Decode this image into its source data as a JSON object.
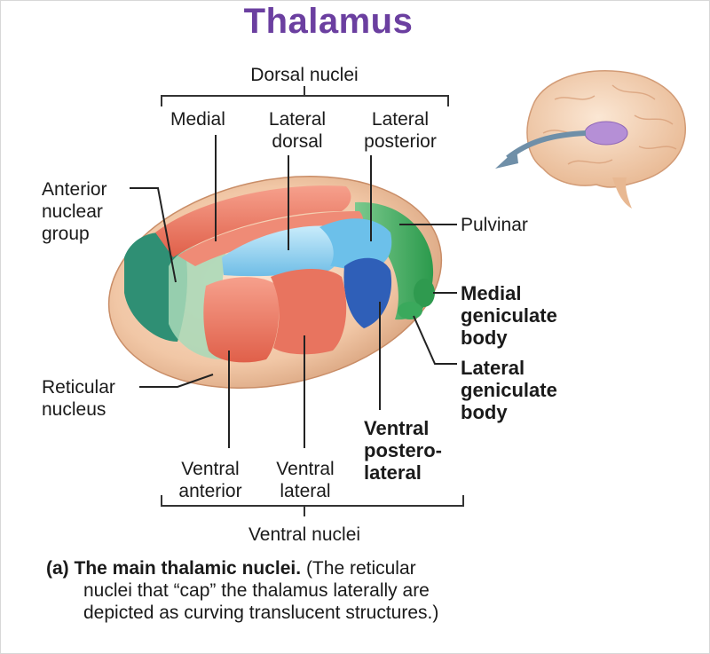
{
  "title": "Thalamus",
  "labels": {
    "dorsal_nuclei": "Dorsal nuclei",
    "medial": "Medial",
    "lateral_dorsal": "Lateral\ndorsal",
    "lateral_posterior": "Lateral\nposterior",
    "anterior_nuclear_group": "Anterior\nnuclear\ngroup",
    "pulvinar": "Pulvinar",
    "medial_geniculate_body": "Medial\ngeniculate\nbody",
    "lateral_geniculate_body": "Lateral\ngeniculate\nbody",
    "reticular_nucleus": "Reticular\nnucleus",
    "ventral_posterolateral": "Ventral\npostero-\nlateral",
    "ventral_anterior": "Ventral\nanterior",
    "ventral_lateral": "Ventral\nlateral",
    "ventral_nuclei": "Ventral nuclei"
  },
  "caption": {
    "prefix": "(a)",
    "lead": "The main thalamic nuclei.",
    "line1_rest": "(The reticular",
    "line2": "nuclei that “cap” the thalamus laterally are",
    "line3": "depicted as curving translucent structures.)"
  },
  "colors": {
    "title": "#6b3fa0",
    "salmon": "#e8745f",
    "light_blue": "#8fd0ee",
    "dark_blue": "#2f5fb8",
    "green": "#35a45a",
    "teal": "#2f8f74",
    "capsule": "#f1c7a6",
    "brain": "#f3d2b3",
    "thalamus_inset": "#b58fd6"
  }
}
